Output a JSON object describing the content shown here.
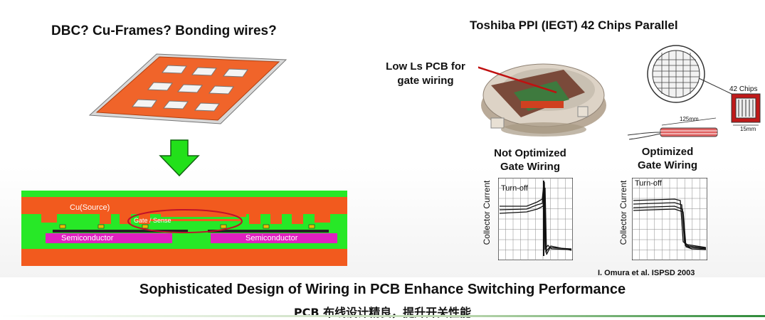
{
  "left": {
    "question": "DBC? Cu-Frames? Bonding wires?",
    "cross_section": {
      "cu_source": "Cu(Source)",
      "gate_sense": "Gate / Sense",
      "semiconductor_left": "Semiconductor",
      "semiconductor_right": "Semiconductor"
    }
  },
  "right": {
    "title": "Toshiba PPI (IEGT) 42 Chips Parallel",
    "pcb_label_line1": "Low Ls PCB for",
    "pcb_label_line2": "gate wiring",
    "chips_label": "42 Chips",
    "dim_125": "125mm",
    "dim_15": "15mm",
    "not_optimized_line1": "Not Optimized",
    "not_optimized_line2": "Gate Wiring",
    "optimized_line1": "Optimized",
    "optimized_line2": "Gate Wiring",
    "ylabel": "Collector Current",
    "turnoff": "Turn-off",
    "citation": "I. Omura et al. ISPSD 2003"
  },
  "footer": {
    "title": "Sophisticated Design of Wiring in PCB Enhance Switching Performance",
    "subtitle": "PCB 布线设计精良，提升开关性能"
  },
  "colors": {
    "orange": "#f25a1e",
    "green": "#27e827",
    "magenta": "#e020c0",
    "arrow_green": "#22e01a"
  }
}
